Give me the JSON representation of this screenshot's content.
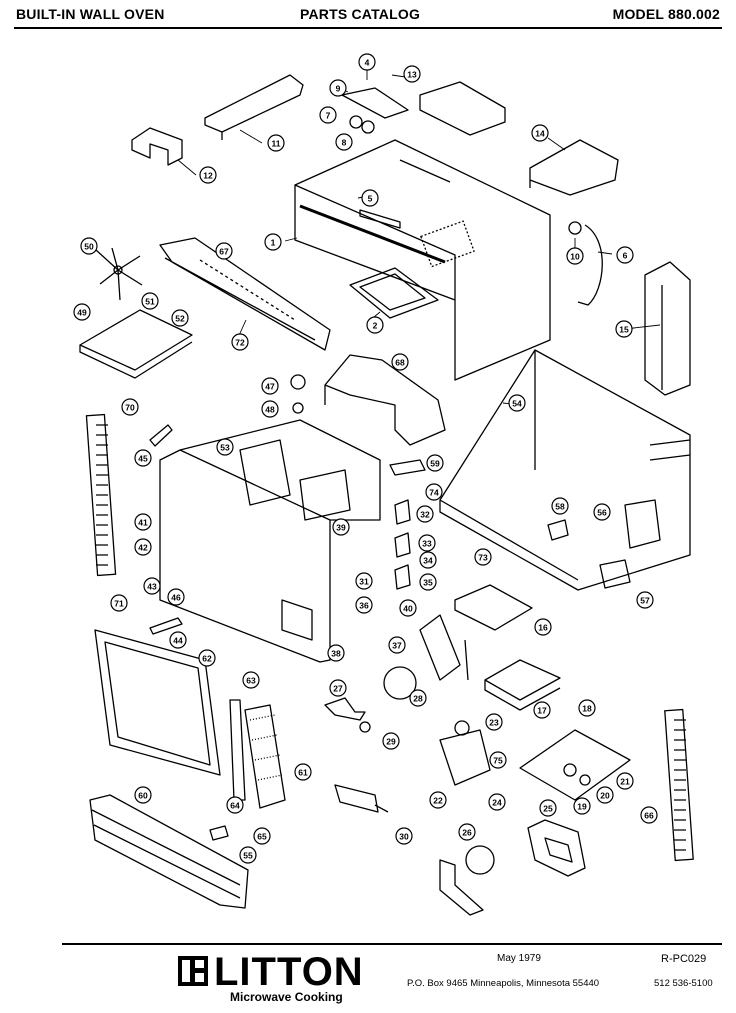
{
  "header": {
    "product": "BUILT-IN WALL OVEN",
    "catalog": "PARTS CATALOG",
    "model": "MODEL 880.002"
  },
  "callouts": [
    "1",
    "2",
    "4",
    "5",
    "6",
    "7",
    "8",
    "9",
    "10",
    "11",
    "12",
    "13",
    "14",
    "15",
    "16",
    "17",
    "18",
    "19",
    "20",
    "21",
    "22",
    "23",
    "24",
    "25",
    "26",
    "27",
    "28",
    "29",
    "30",
    "31",
    "32",
    "33",
    "34",
    "35",
    "36",
    "37",
    "38",
    "39",
    "40",
    "41",
    "42",
    "43",
    "44",
    "45",
    "46",
    "47",
    "48",
    "49",
    "50",
    "51",
    "52",
    "53",
    "54",
    "55",
    "56",
    "57",
    "58",
    "59",
    "60",
    "61",
    "62",
    "63",
    "64",
    "65",
    "66",
    "67",
    "68",
    "70",
    "71",
    "72",
    "73",
    "74",
    "75"
  ],
  "footer": {
    "brand": "LITTON",
    "subtitle": "Microwave Cooking",
    "date": "May 1979",
    "code": "R-PC029",
    "address": "P.O. Box 9465  Minneapolis, Minnesota 55440",
    "phone": "512  536-5100"
  }
}
